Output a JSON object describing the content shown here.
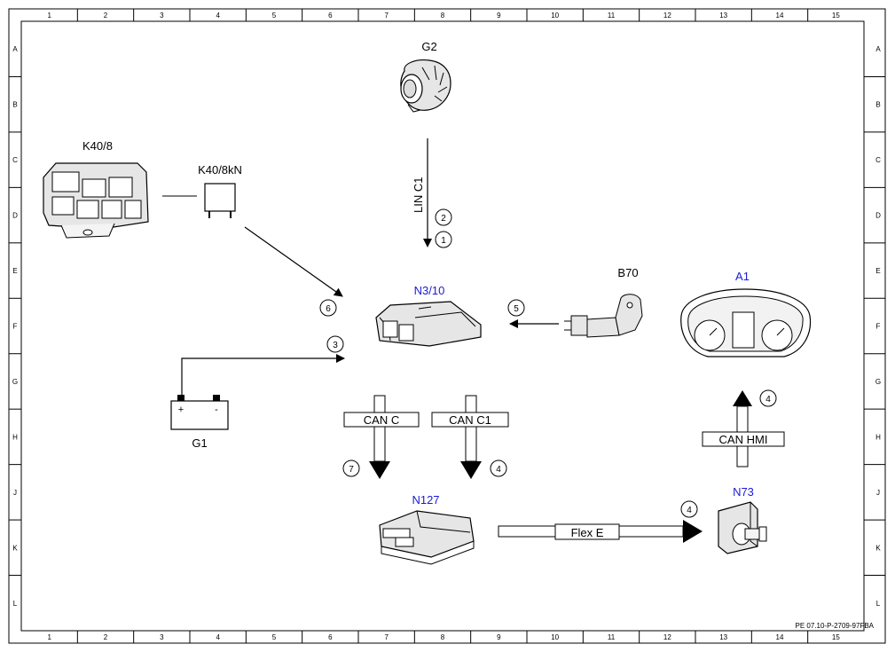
{
  "grid": {
    "columns": [
      "1",
      "2",
      "3",
      "4",
      "5",
      "6",
      "7",
      "8",
      "9",
      "10",
      "11",
      "12",
      "13",
      "14",
      "15"
    ],
    "rows": [
      "A",
      "B",
      "C",
      "D",
      "E",
      "F",
      "G",
      "H",
      "J",
      "K",
      "L"
    ]
  },
  "reference": "PE 07.10-P-2709-97FBA",
  "components": {
    "g2": "G2",
    "k40_8": "K40/8",
    "k40_8kn": "K40/8kN",
    "n3_10": "N3/10",
    "b70": "B70",
    "a1": "A1",
    "g1": "G1",
    "n127": "N127",
    "n73": "N73",
    "battery_plus": "+",
    "battery_minus": "-"
  },
  "buses": {
    "lin_c1": "LIN C1",
    "can_c": "CAN C",
    "can_c1": "CAN C1",
    "can_hmi": "CAN HMI",
    "flex_e": "Flex E"
  },
  "markers": {
    "m2": "2",
    "m1": "1",
    "m6": "6",
    "m3": "3",
    "m5": "5",
    "m4_hmi": "4",
    "m7": "7",
    "m4_canc1": "4",
    "m4_flex": "4"
  },
  "colors": {
    "line": "#000000",
    "blue_label": "#1a1ad6",
    "part_fill": "#e6e6e6"
  }
}
